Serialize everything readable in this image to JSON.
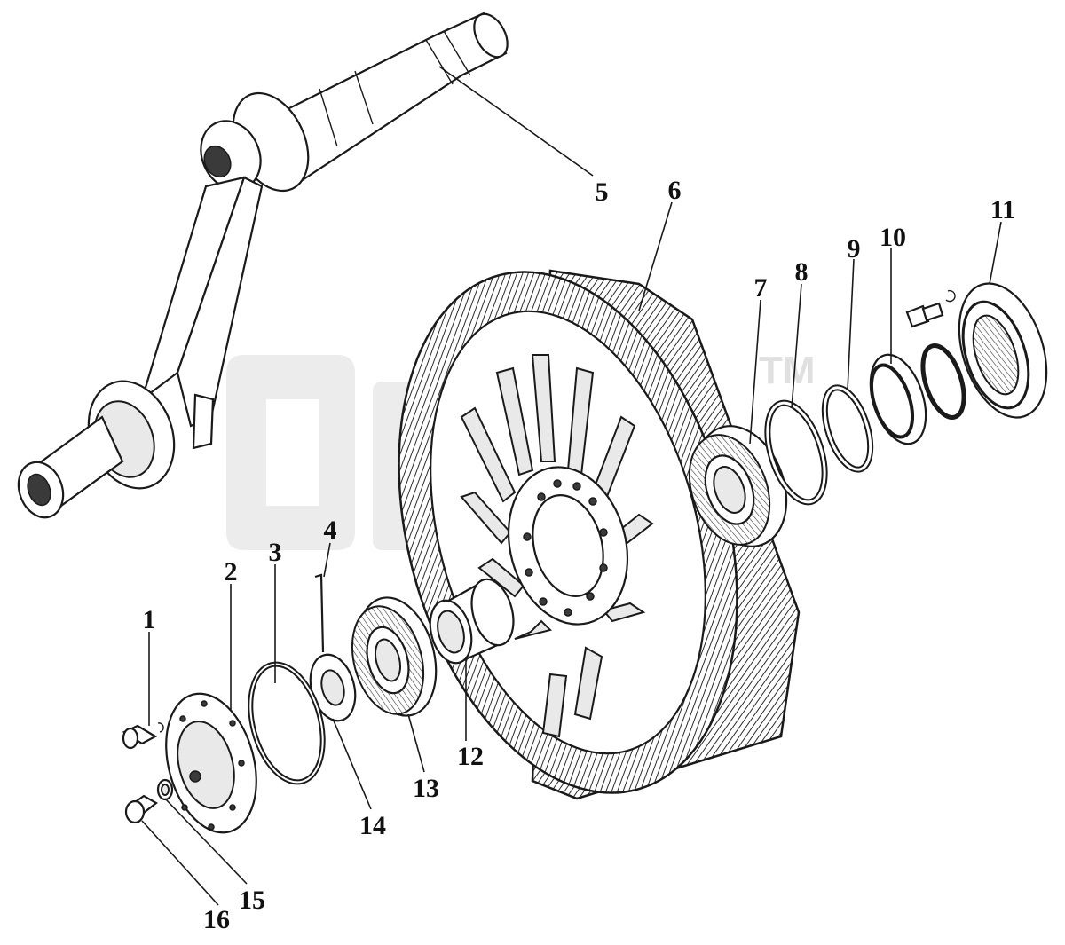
{
  "watermark": {
    "text": "ТМ"
  },
  "callouts": [
    "1",
    "2",
    "3",
    "4",
    "5",
    "6",
    "7",
    "8",
    "9",
    "10",
    "11",
    "12",
    "13",
    "14",
    "15",
    "16"
  ]
}
